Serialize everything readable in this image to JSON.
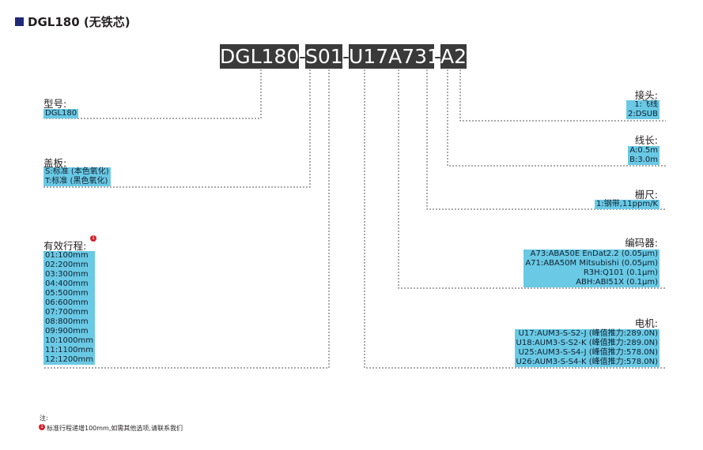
{
  "header": {
    "title": "DGL180 (无铁芯)"
  },
  "model_code": {
    "segments": [
      "DGL180",
      "S01",
      "U17A731",
      "A2"
    ],
    "separator": "-"
  },
  "left": {
    "model": {
      "label": "型号:",
      "options": [
        "DGL180"
      ]
    },
    "cover": {
      "label": "盖板:",
      "options": [
        "S:标准 (本色氧化)",
        "T:标准 (黑色氧化)"
      ]
    },
    "stroke": {
      "label": "有效行程:",
      "badge": "1",
      "options": [
        "01:100mm",
        "02:200mm",
        "03:300mm",
        "04:400mm",
        "05:500mm",
        "06:600mm",
        "07:700mm",
        "08:800mm",
        "09:900mm",
        "10:1000mm",
        "11:1100mm",
        "12:1200mm"
      ]
    }
  },
  "right": {
    "connector": {
      "label": "接头:",
      "options": [
        "1:飞线",
        "2:DSUB"
      ]
    },
    "cable": {
      "label": "线长:",
      "options": [
        "A:0.5m",
        "B:3.0m"
      ]
    },
    "scale": {
      "label": "栅尺:",
      "options": [
        "1:钢带,11ppm/K"
      ]
    },
    "encoder": {
      "label": "编码器:",
      "options": [
        "A73:ABA50E EnDat2.2 (0.05μm)",
        "A71:ABA50M Mitsubishi (0.05μm)",
        "R3H:Q101 (0.1μm)",
        "ABH:ABI51X (0.1μm)"
      ]
    },
    "motor": {
      "label": "电机:",
      "options": [
        "U17:AUM3-S-S2-J (峰值推力:289.0N)",
        "U18:AUM3-S-S2-K (峰值推力:289.0N)",
        "U25:AUM3-S-S4-J (峰值推力:578.0N)",
        "U26:AUM3-S-S4-K (峰值推力:578.0N)"
      ]
    }
  },
  "note": {
    "title": "注:",
    "badge": "1",
    "text": "标准行程递增100mm,如需其他选项,请联系我们"
  },
  "colors": {
    "highlight": "#6ac9e4",
    "code_bg": "#3a3a3a",
    "accent": "#1e2a78",
    "badge": "#d5202a"
  }
}
